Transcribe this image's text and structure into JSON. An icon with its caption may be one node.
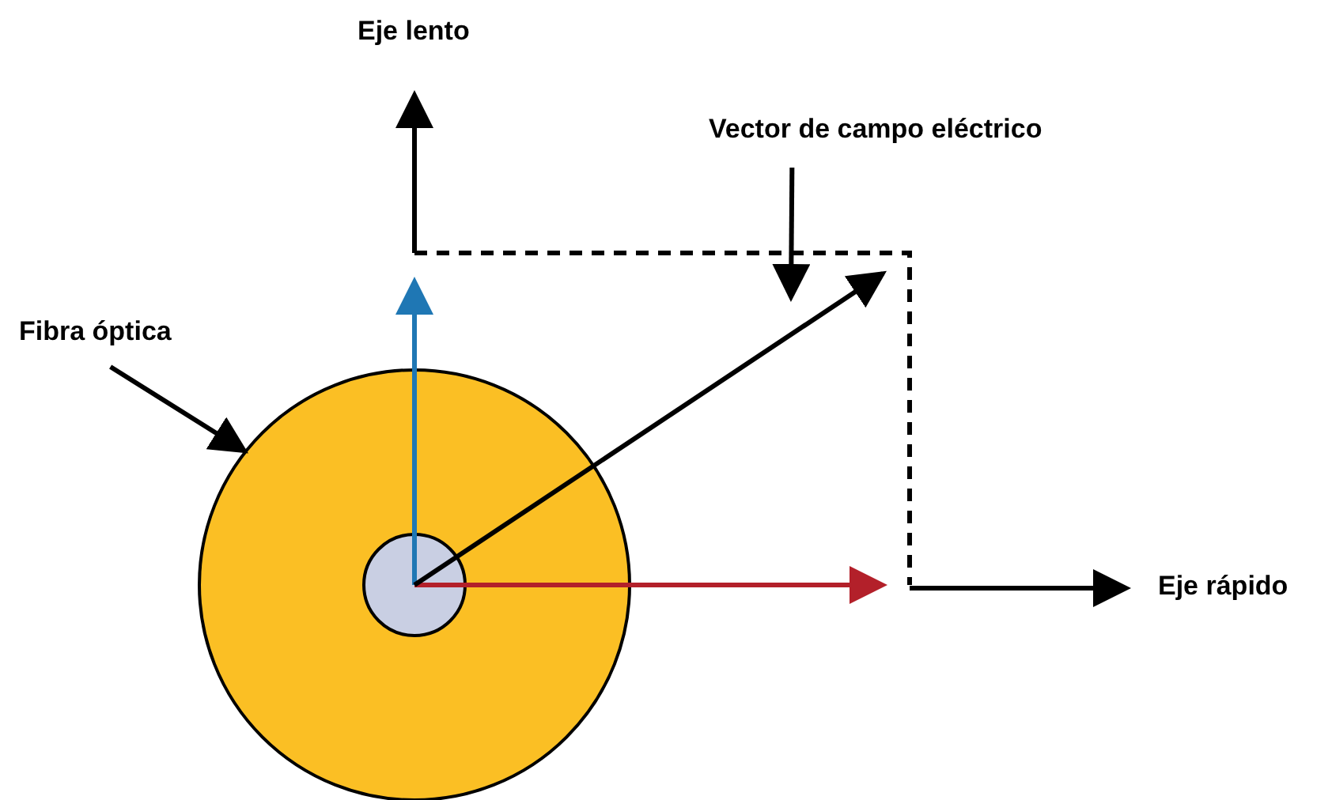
{
  "diagram": {
    "nodes": [
      {
        "text": [
          "Fibra óptica"
        ]
      },
      {
        "text": [],
        "shape": "circle"
      },
      {
        "text": [],
        "shape": "circle",
        "in": 1
      },
      {
        "text": [
          "Vector de campo eléctrico"
        ]
      }
    ],
    "edges": [
      {
        "from": 0,
        "to": 1,
        "arrow": "to"
      },
      {
        "from": 3,
        "to": null,
        "arrow": "to"
      }
    ],
    "labels": [
      "Eje lento",
      "Eje rápido"
    ]
  }
}
